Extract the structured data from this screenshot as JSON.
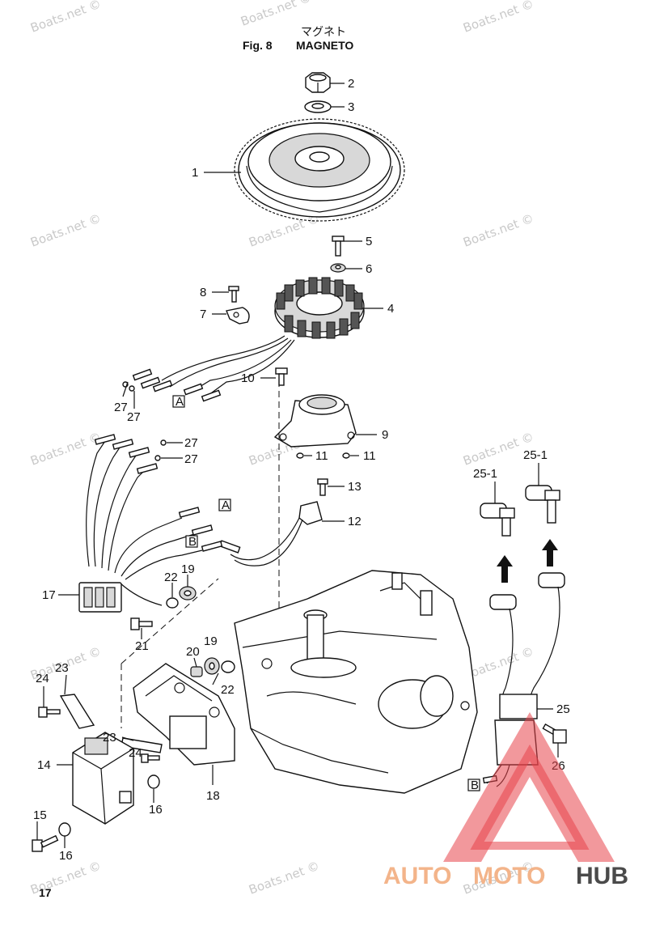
{
  "header": {
    "jp_title": "マグネト",
    "fig_label": "Fig. 8",
    "title": "MAGNETO"
  },
  "watermark_text": "Boats.net ©",
  "page_number": "17",
  "callouts": {
    "c1": "1",
    "c2": "2",
    "c3": "3",
    "c4": "4",
    "c5": "5",
    "c6": "6",
    "c7": "7",
    "c8": "8",
    "c9": "9",
    "c10": "10",
    "c11a": "11",
    "c11b": "11",
    "c12": "12",
    "c13": "13",
    "c14": "14",
    "c15": "15",
    "c16a": "16",
    "c16b": "16",
    "c17": "17",
    "c18": "18",
    "c19a": "19",
    "c19b": "19",
    "c20": "20",
    "c21": "21",
    "c22a": "22",
    "c22b": "22",
    "c23a": "23",
    "c23b": "23",
    "c24a": "24",
    "c24b": "24",
    "c25": "25",
    "c25_1a": "25-1",
    "c25_1b": "25-1",
    "c26": "26",
    "c27a": "27",
    "c27b": "27",
    "c27c": "27",
    "c27d": "27"
  },
  "connector_tags": {
    "a1": "A",
    "a2": "A",
    "b1": "B",
    "b2": "B"
  },
  "logo": {
    "part1": "AUTO",
    "part2": "MOTO",
    "part3": "HUB",
    "color_light": "#f3b48a",
    "color_dark": "#4a4a4a",
    "triangle_color": "#e8434a"
  }
}
